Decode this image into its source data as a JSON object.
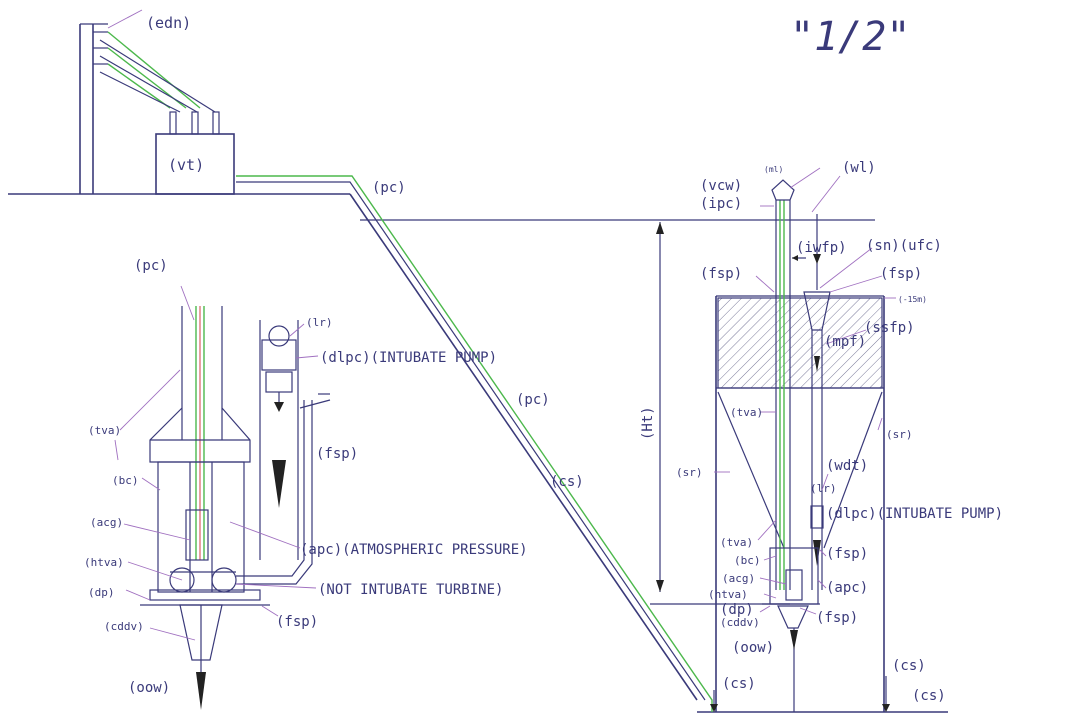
{
  "title": "\"1/2\"",
  "labels": {
    "edn": "(edn)",
    "vt": "(vt)",
    "pc_top": "(pc)",
    "pc_left": "(pc)",
    "pc_mid": "(pc)",
    "cs_slope": "(cs)",
    "lr_left": "(lr)",
    "dlpc_left": "(dlpc)(INTUBATE PUMP)",
    "fsp_left1": "(fsp)",
    "tva_left": "(tva)",
    "bc_left": "(bc)",
    "acg_left": "(acg)",
    "apc_left": "(apc)(ATMOSPHERIC PRESSURE)",
    "htva_left": "(htva)",
    "not_intubate": "(NOT INTUBATE TURBINE)",
    "dp_left": "(dp)",
    "fsp_left2": "(fsp)",
    "cddv_left": "(cddv)",
    "oow_left": "(oow)",
    "ml": "(ml)",
    "vcw": "(vcw)",
    "ipc": "(ipc)",
    "wl": "(wl)",
    "iwfp": "(iwfp)",
    "sn_ufc": "(sn)(ufc)",
    "fsp_r1": "(fsp)",
    "fsp_r2": "(fsp)",
    "minus15": "(-15m)",
    "mpf": "(mpf)",
    "ssfp": "(ssfp)",
    "ht": "(Ht)",
    "tva_r1": "(tva)",
    "sr_right": "(sr)",
    "sr_left": "(sr)",
    "wdt": "(wdt)",
    "lr_right": "(lr)",
    "dlpc_right": "(dlpc)(INTUBATE PUMP)",
    "tva_r2": "(tva)",
    "bc_r": "(bc)",
    "fsp_r3": "(fsp)",
    "acg_r": "(acg)",
    "apc_r": "(apc)",
    "htva_r": "(htva)",
    "dp_r": "(dp)",
    "cddv_r": "(cddv)",
    "fsp_r4": "(fsp)",
    "oow_r": "(oow)",
    "cs_r1": "(cs)",
    "cs_r2": "(cs)",
    "cs_r3": "(cs)"
  }
}
